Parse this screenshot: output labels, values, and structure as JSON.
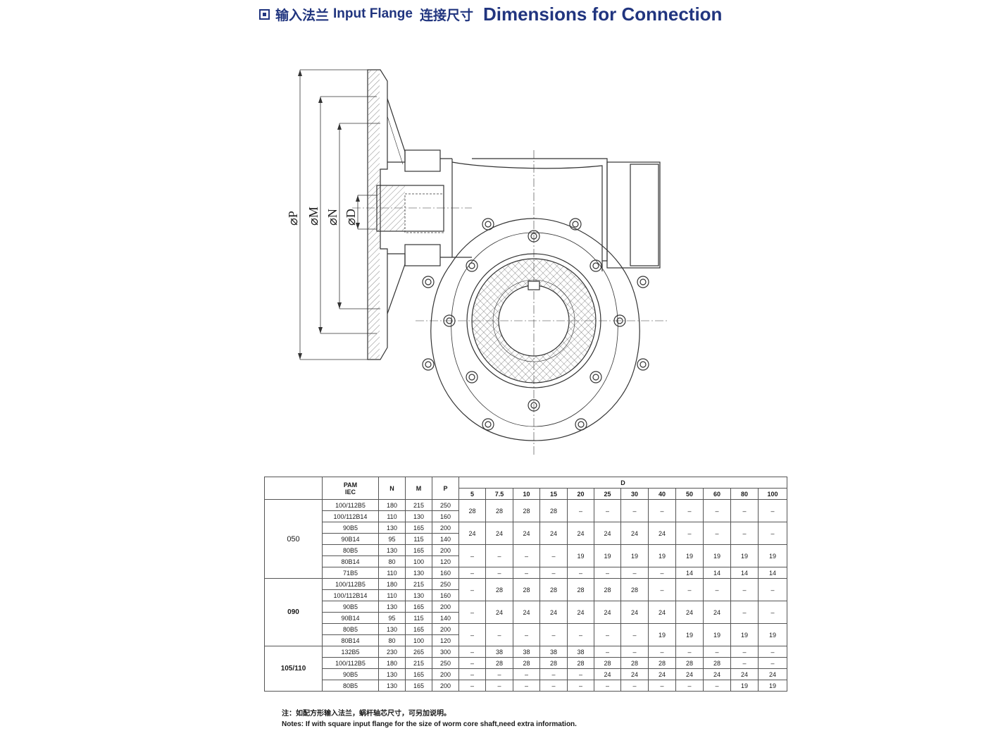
{
  "header": {
    "title_cn_1": "输入法兰",
    "title_en_1": "Input Flange",
    "title_cn_2": "连接尺寸",
    "title_en_2": "Dimensions for Connection"
  },
  "drawing": {
    "labels": {
      "p": "⌀P",
      "m": "⌀M",
      "n": "⌀N",
      "d": "⌀D"
    }
  },
  "table": {
    "headers": {
      "pam": "PAM",
      "iec": "IEC",
      "n": "N",
      "m": "M",
      "p": "P",
      "d": "D"
    },
    "d_columns": [
      "5",
      "7.5",
      "10",
      "15",
      "20",
      "25",
      "30",
      "40",
      "50",
      "60",
      "80",
      "100"
    ],
    "groups": [
      {
        "model": "050",
        "rows": [
          {
            "iec": "100/112B5",
            "n": "180",
            "m": "215",
            "p": "250"
          },
          {
            "iec": "100/112B14",
            "n": "110",
            "m": "130",
            "p": "160"
          },
          {
            "iec": "90B5",
            "n": "130",
            "m": "165",
            "p": "200"
          },
          {
            "iec": "90B14",
            "n": "95",
            "m": "115",
            "p": "140"
          },
          {
            "iec": "80B5",
            "n": "130",
            "m": "165",
            "p": "200"
          },
          {
            "iec": "80B14",
            "n": "80",
            "m": "100",
            "p": "120"
          },
          {
            "iec": "71B5",
            "n": "110",
            "m": "130",
            "p": "160"
          }
        ],
        "d_blocks": [
          {
            "span": 2,
            "values": [
              "28",
              "28",
              "28",
              "28",
              "–",
              "–",
              "–",
              "–",
              "–",
              "–",
              "–",
              "–"
            ]
          },
          {
            "span": 2,
            "values": [
              "24",
              "24",
              "24",
              "24",
              "24",
              "24",
              "24",
              "24",
              "–",
              "–",
              "–",
              "–"
            ]
          },
          {
            "span": 2,
            "values": [
              "–",
              "–",
              "–",
              "–",
              "19",
              "19",
              "19",
              "19",
              "19",
              "19",
              "19",
              "19"
            ]
          },
          {
            "span": 1,
            "values": [
              "–",
              "–",
              "–",
              "–",
              "–",
              "–",
              "–",
              "–",
              "14",
              "14",
              "14",
              "14"
            ]
          }
        ]
      },
      {
        "model": "090",
        "rows": [
          {
            "iec": "100/112B5",
            "n": "180",
            "m": "215",
            "p": "250"
          },
          {
            "iec": "100/112B14",
            "n": "110",
            "m": "130",
            "p": "160"
          },
          {
            "iec": "90B5",
            "n": "130",
            "m": "165",
            "p": "200"
          },
          {
            "iec": "90B14",
            "n": "95",
            "m": "115",
            "p": "140"
          },
          {
            "iec": "80B5",
            "n": "130",
            "m": "165",
            "p": "200"
          },
          {
            "iec": "80B14",
            "n": "80",
            "m": "100",
            "p": "120"
          }
        ],
        "d_blocks": [
          {
            "span": 2,
            "values": [
              "–",
              "28",
              "28",
              "28",
              "28",
              "28",
              "28",
              "–",
              "–",
              "–",
              "–",
              "–"
            ]
          },
          {
            "span": 2,
            "values": [
              "–",
              "24",
              "24",
              "24",
              "24",
              "24",
              "24",
              "24",
              "24",
              "24",
              "–",
              "–"
            ]
          },
          {
            "span": 2,
            "values": [
              "–",
              "–",
              "–",
              "–",
              "–",
              "–",
              "–",
              "19",
              "19",
              "19",
              "19",
              "19"
            ]
          }
        ]
      },
      {
        "model": "105/110",
        "rows": [
          {
            "iec": "132B5",
            "n": "230",
            "m": "265",
            "p": "300"
          },
          {
            "iec": "100/112B5",
            "n": "180",
            "m": "215",
            "p": "250"
          },
          {
            "iec": "90B5",
            "n": "130",
            "m": "165",
            "p": "200"
          },
          {
            "iec": "80B5",
            "n": "130",
            "m": "165",
            "p": "200"
          }
        ],
        "d_blocks": [
          {
            "span": 1,
            "values": [
              "–",
              "38",
              "38",
              "38",
              "38",
              "–",
              "–",
              "–",
              "–",
              "–",
              "–",
              "–"
            ]
          },
          {
            "span": 1,
            "values": [
              "–",
              "28",
              "28",
              "28",
              "28",
              "28",
              "28",
              "28",
              "28",
              "28",
              "–",
              "–"
            ]
          },
          {
            "span": 1,
            "values": [
              "–",
              "–",
              "–",
              "–",
              "–",
              "24",
              "24",
              "24",
              "24",
              "24",
              "24",
              "24"
            ]
          },
          {
            "span": 1,
            "values": [
              "–",
              "–",
              "–",
              "–",
              "–",
              "–",
              "–",
              "–",
              "–",
              "–",
              "19",
              "19"
            ]
          }
        ]
      }
    ]
  },
  "notes": {
    "cn": "注：如配方形输入法兰，蜗杆轴芯尺寸，可另加说明。",
    "en": "Notes: If with square input flange for the size of worm core shaft,need extra information."
  }
}
